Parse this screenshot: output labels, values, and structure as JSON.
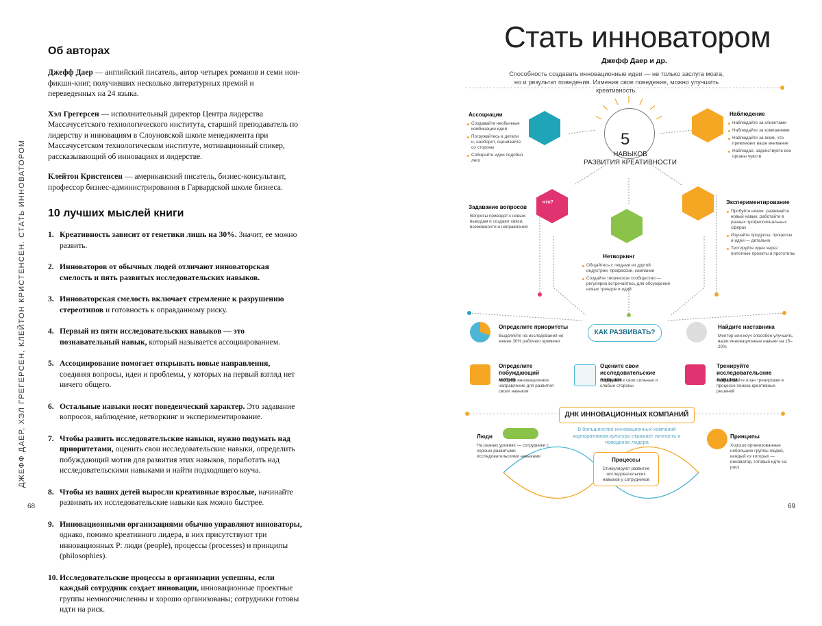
{
  "left": {
    "about_heading": "Об авторах",
    "authors": [
      {
        "name": "Джефф Даер",
        "text": " — английский писатель, автор четырех романов и семи нон-фикшн-книг, получивших несколько литературных премий и переведенных на 24 языка."
      },
      {
        "name": "Хэл Грегерсен",
        "text": " — исполнительный директор Центра лидерства Массачусетского технологического института, старший преподаватель по лидерству и инновациям в Слоуновской школе менеджмента при Массачусетском технологическом институте, мотивационный спикер, рассказывающий об инновациях и лидерстве."
      },
      {
        "name": "Клейтон Кристенсен",
        "text": " — американский писатель, бизнес-консультант, профессор бизнес-администрирования в Гарвардской школе бизнеса."
      }
    ],
    "ideas_heading": "10 лучших мыслей книги",
    "ideas": [
      {
        "num": "1.",
        "bold": "Креативность зависит от генетики лишь на 30%.",
        "rest": " Значит, ее можно развить."
      },
      {
        "num": "2.",
        "bold": "Инноваторов от обычных людей отличают инноваторская смелость и пять развитых исследовательских навыков.",
        "rest": ""
      },
      {
        "num": "3.",
        "bold": "Инноваторская смелость включает стремление к разрушению стереотипов",
        "rest": " и готовность к оправданному риску."
      },
      {
        "num": "4.",
        "bold": "Первый из пяти исследовательских навыков — это познавательный навык,",
        "rest": " который называется ассоциированием."
      },
      {
        "num": "5.",
        "bold": "Ассоциирование помогает открывать новые направления,",
        "rest": " соединяя вопросы, идеи и проблемы, у которых на первый взгляд нет ничего общего."
      },
      {
        "num": "6.",
        "bold": "Остальные навыки носят поведенческий характер.",
        "rest": " Это задавание вопросов, наблюдение, нетворкинг и экспериментирование."
      },
      {
        "num": "7.",
        "bold": "Чтобы развить исследовательские навыки, нужно подумать над приоритетами,",
        "rest": " оценить свои исследовательские навыки, определить побуждающий мотив для развития этих навыков, поработать над исследовательскими навыками и найти подходящего коуча."
      },
      {
        "num": "8.",
        "bold": "Чтобы из ваших детей выросли креативные взрослые,",
        "rest": " начинайте развивать их исследовательские навыки как можно быстрее."
      },
      {
        "num": "9.",
        "bold": "Инновационными организациями обычно управляют инноваторы,",
        "rest": " однако, помимо креативного лидера, в них присутствуют три инновационных P: люди (people), процессы (processes) и принципы (philosophies)."
      },
      {
        "num": "10.",
        "bold": "Исследовательские процессы в организации успешны, если каждый сотрудник создает инновации,",
        "rest": " инновационные проектные группы немногочисленны и хорошо организованы; сотрудники готовы идти на риск."
      }
    ],
    "vertical_title": "ДЖЕФФ ДАЕР, ХЭЛ ГРЕГЕРСЕН, КЛЕЙТОН КРИСТЕНСЕН. СТАТЬ ИННОВАТОРОМ",
    "page_number": "68"
  },
  "right": {
    "title": "Стать инноватором",
    "authors": "Джефф Даер и др.",
    "intro": "Способность создавать инновационные идеи — не только заслуга мозга, но и результат поведения. Изменив свое поведение, можно улучшить креативность.",
    "center_number": "5",
    "center_label": "НАВЫКОВ\nРАЗВИТИЯ КРЕАТИВНОСТИ",
    "skills": {
      "association": {
        "label": "Ассоциации",
        "items": [
          "Создавайте необычные комбинации идей",
          "Погружайтесь в детали и, наоборот, оценивайте со стороны",
          "Собирайте идеи подобно лего"
        ]
      },
      "observation": {
        "label": "Наблюдение",
        "items": [
          "Наблюдайте за клиентами",
          "Наблюдайте за компаниями",
          "Наблюдайте за всем, что привлекает ваше внимание",
          "Наблюдая, задействуйте все органы чувств"
        ]
      },
      "questions": {
        "label": "Задавание вопросов",
        "text": "Вопросы приводят к новым выводам и создают связи, возможности и направления"
      },
      "experiment": {
        "label": "Экспериментирование",
        "items": [
          "Пробуйте новое: развивайте новый навык, работайте в разных профессиональных сферах",
          "Изучайте продукты, процессы и идеи — детально",
          "Тестируйте идеи через пилотные проекты и прототипы"
        ]
      },
      "networking": {
        "label": "Нетворкинг",
        "items": [
          "Общайтесь с людьми из другой индустрии, профессии, компании",
          "Создайте творческое сообщество — регулярно встречайтесь для обсуждения новых трендов и идей"
        ]
      }
    },
    "question_bubble": "что?",
    "how_label": "КАК РАЗВИВАТЬ?",
    "steps": {
      "priorities": {
        "label": "Определите приоритеты",
        "text": "Выделяйте на исследования не менее 30% рабочего времени"
      },
      "mentor": {
        "label": "Найдите наставника",
        "text": "Ментор или коуч способен улучшить ваши инновационные навыки на 15–20%"
      },
      "motive": {
        "label": "Определите побуждающий мотив",
        "text": "Найдите инновационное направление для развития своих навыков"
      },
      "assess": {
        "label": "Оцените свои исследовательские навыки",
        "text": "Определите свои сильные и слабые стороны"
      },
      "train": {
        "label": "Тренируйте исследовательские навыки",
        "text": "Разработайте план тренировки в процессе поиска креативных решений"
      }
    },
    "dna_label": "ДНК ИННОВАЦИОННЫХ КОМПАНИЙ",
    "dna_sub": "В большинстве инновационных компаний корпоративная культура отражает личность и поведение лидера",
    "people": {
      "label": "Люди",
      "text": "На разных уровнях — сотрудники с хорошо развитыми исследовательскими навыками"
    },
    "process": {
      "label": "Процессы",
      "text": "Стимулируют развитие исследовательских навыков у сотрудников"
    },
    "principles": {
      "label": "Принципы",
      "text": "Хорошо организованные небольшие группы людей, каждый из которых — инноватор, готовый идти на риск"
    },
    "page_number": "69",
    "colors": {
      "teal": "#1fa5b8",
      "orange": "#f5a623",
      "pink": "#e0336f",
      "green": "#8bc34a",
      "blue": "#4db6d6"
    }
  }
}
